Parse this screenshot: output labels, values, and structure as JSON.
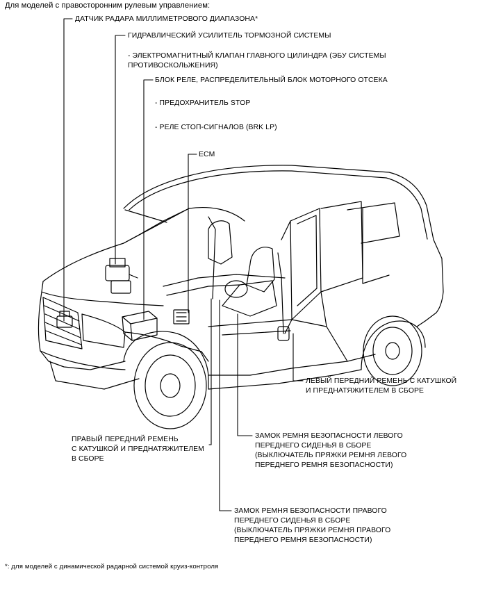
{
  "header": "Для моделей с правосторонним рулевым управлением:",
  "labels": {
    "radar_sensor": "ДАТЧИК РАДАРА МИЛЛИМЕТРОВОГО ДИАПАЗОНА*",
    "brake_booster": "ГИДРАВЛИЧЕСКИЙ УСИЛИТЕЛЬ ТОРМОЗНОЙ СИСТЕМЫ",
    "master_cyl_valve_1": "- ЭЛЕКТРОМАГНИТНЫЙ КЛАПАН ГЛАВНОГО ЦИЛИНДРА (ЭБУ СИСТЕМЫ",
    "master_cyl_valve_2": "ПРОТИВОСКОЛЬЖЕНИЯ)",
    "relay_block": "БЛОК РЕЛЕ, РАСПРЕДЕЛИТЕЛЬНЫЙ БЛОК МОТОРНОГО ОТСЕКА",
    "stop_fuse": "- ПРЕДОХРАНИТЕЛЬ STOP",
    "stop_relay": "- РЕЛЕ СТОП-СИГНАЛОВ (BRK LP)",
    "ecm": "ECM",
    "left_belt_1": "ЛЕВЫЙ ПЕРЕДНИЙ РЕМЕНЬ С КАТУШКОЙ",
    "left_belt_2": "И ПРЕДНАТЯЖИТЕЛЕМ В СБОРЕ",
    "right_belt_1": "ПРАВЫЙ ПЕРЕДНИЙ РЕМЕНЬ",
    "right_belt_2": "С КАТУШКОЙ И ПРЕДНАТЯЖИТЕЛЕМ",
    "right_belt_3": "В СБОРЕ",
    "left_buckle_1": "ЗАМОК РЕМНЯ БЕЗОПАСНОСТИ ЛЕВОГО",
    "left_buckle_2": "ПЕРЕДНЕГО СИДЕНЬЯ В СБОРЕ",
    "left_buckle_3": "(ВЫКЛЮЧАТЕЛЬ ПРЯЖКИ РЕМНЯ ЛЕВОГО",
    "left_buckle_4": "ПЕРЕДНЕГО РЕМНЯ БЕЗОПАСНОСТИ)",
    "right_buckle_1": "ЗАМОК РЕМНЯ БЕЗОПАСНОСТИ ПРАВОГО",
    "right_buckle_2": "ПЕРЕДНЕГО СИДЕНЬЯ В СБОРЕ",
    "right_buckle_3": "(ВЫКЛЮЧАТЕЛЬ ПРЯЖКИ РЕМНЯ ПРАВОГО",
    "right_buckle_4": "ПЕРЕДНЕГО РЕМНЯ БЕЗОПАСНОСТИ)"
  },
  "footnote": "*: для моделей с динамической радарной системой круиз-контроля"
}
